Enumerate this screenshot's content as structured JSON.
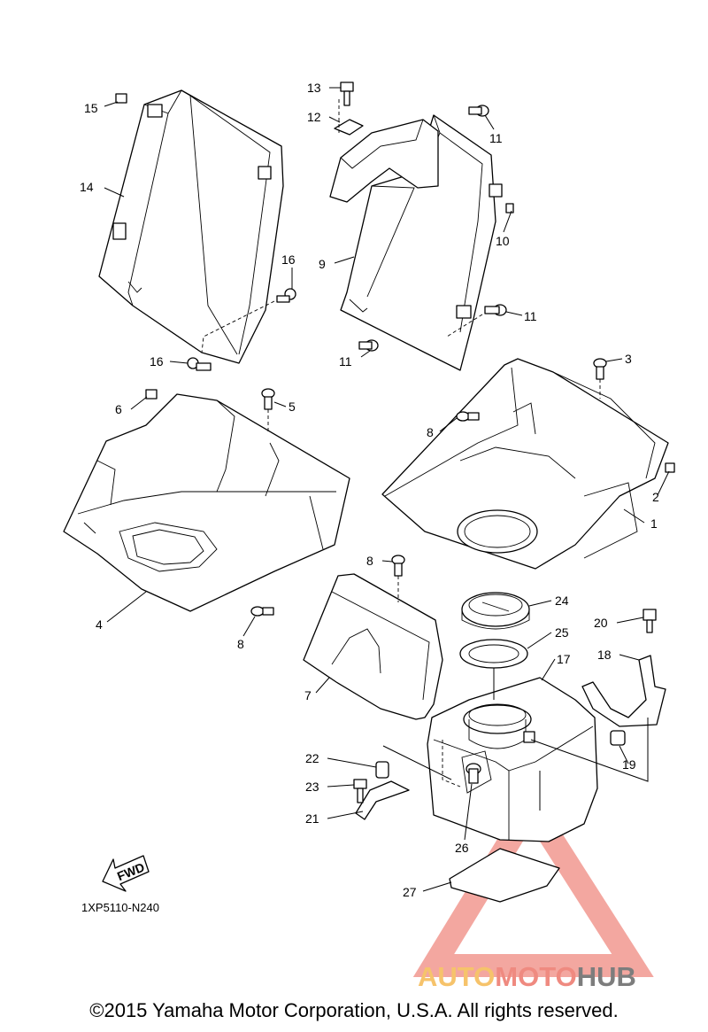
{
  "diagram_code": "1XP5110-N240",
  "fwd_label": "FWD",
  "watermark": {
    "part1": "AUTO",
    "part2": "MOTO",
    "part3": "HUB",
    "color1": "#f6c36b",
    "color2": "#ef8a80",
    "color3": "#7d7d7d"
  },
  "copyright": "©2015 Yamaha Motor Corporation, U.S.A. All rights reserved.",
  "callouts": {
    "c1": "1",
    "c2": "2",
    "c3": "3",
    "c4": "4",
    "c5": "5",
    "c6": "6",
    "c7": "7",
    "c8a": "8",
    "c8b": "8",
    "c8c": "8",
    "c9": "9",
    "c10": "10",
    "c11a": "11",
    "c11b": "11",
    "c11c": "11",
    "c12": "12",
    "c13": "13",
    "c14": "14",
    "c15": "15",
    "c16a": "16",
    "c16b": "16",
    "c17": "17",
    "c18": "18",
    "c19": "19",
    "c20": "20",
    "c21": "21",
    "c22": "22",
    "c23": "23",
    "c24": "24",
    "c25": "25",
    "c26": "26",
    "c27": "27"
  }
}
